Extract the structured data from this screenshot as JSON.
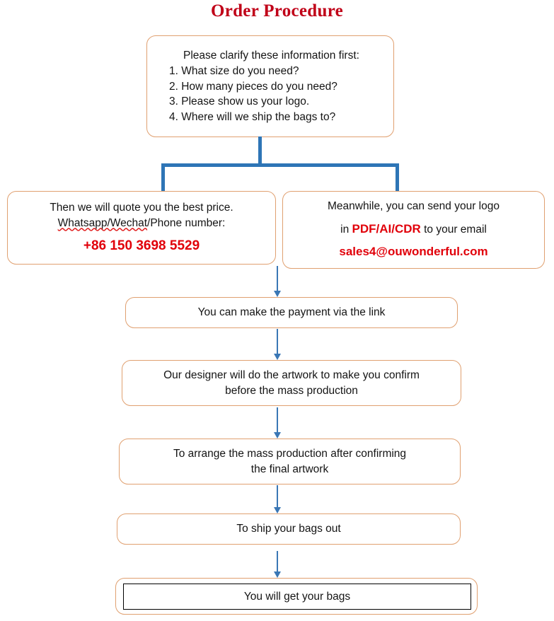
{
  "title": "Order Procedure",
  "colors": {
    "title_red": "#C00018",
    "accent_red": "#E1000A",
    "box_border": "#E0A070",
    "connector_blue": "#2E75B6",
    "arrow_blue": "#3A77B5",
    "final_inner_border": "#000000"
  },
  "boxes": {
    "clarify": {
      "heading": "Please clarify these information first:",
      "questions": [
        "1. What size do you need?",
        "2. How many pieces do you need?",
        "3. Please show us your logo.",
        "4. Where will we ship the bags to?"
      ]
    },
    "quote": {
      "line1": "Then we will quote you the best price.",
      "line2_spell": "Whatsapp/Wechat",
      "line2_rest": "/Phone number:",
      "phone": "+86 150 3698 5529"
    },
    "logo": {
      "line1": "Meanwhile, you can send your logo",
      "line2_prefix": "in ",
      "line2_formats": "PDF/AI/CDR",
      "line2_suffix": " to your email",
      "email": "sales4@ouwonderful.com"
    },
    "payment": {
      "line1": "You can make the payment via the link"
    },
    "artwork": {
      "line1": "Our designer will do the artwork to make you confirm",
      "line2": "before the mass production"
    },
    "massprod": {
      "line1": "To arrange the mass production after confirming",
      "line2": "the final artwork"
    },
    "ship": {
      "line1": "To ship your bags out"
    },
    "final": {
      "line1": "You will get your bags"
    }
  },
  "connectors": {
    "branch_label": "split-connector",
    "arrows": [
      "arrow-quote-to-payment",
      "arrow-payment-to-artwork",
      "arrow-artwork-to-massprod",
      "arrow-massprod-to-ship",
      "arrow-ship-to-final"
    ]
  }
}
